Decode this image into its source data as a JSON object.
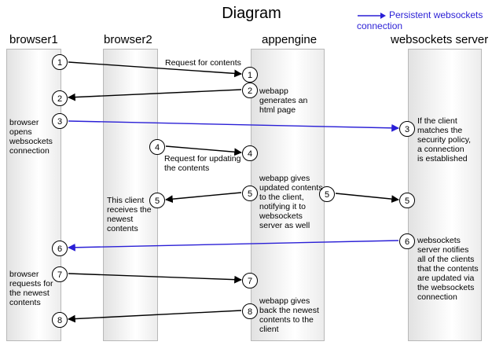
{
  "title": "Diagram",
  "legend": {
    "label": "Persistent websockets connection",
    "color": "#2a1fd6"
  },
  "lanes": [
    {
      "name": "browser1"
    },
    {
      "name": "browser2"
    },
    {
      "name": "appengine"
    },
    {
      "name": "websockets server"
    }
  ],
  "steps": [
    "1",
    "2",
    "3",
    "4",
    "5",
    "6",
    "7",
    "8"
  ],
  "notes": {
    "request_for_contents": "Request for contents",
    "webapp_generates": "webapp\ngenerates an\nhtml page",
    "browser_opens": "browser\nopens\nwebsockets\nconnection",
    "client_matches": "If the client\nmatches the\nsecurity policy,\na connection\nis established",
    "request_updating": "Request for updating\nthe contents",
    "webapp_gives_updated": "webapp gives\nupdated contents\nto the client,\nnotifying it to\nwebsockets\nserver as well",
    "client_receives": "This client\nreceives the\nnewest\ncontents",
    "ws_notifies": "websockets\nserver notifies\nall of the clients\nthat the contents\nare updated via\nthe websockets\nconnection",
    "browser_requests": "browser\nrequests for\nthe newest\ncontents",
    "webapp_gives_back": "webapp gives\nback the newest\ncontents to the\nclient"
  },
  "colors": {
    "line": "#000000",
    "websocket": "#2a1fd6"
  }
}
